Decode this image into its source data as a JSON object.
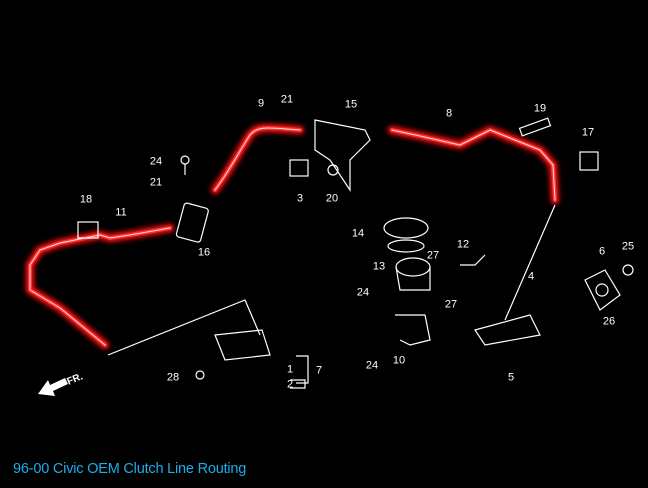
{
  "caption": "96-00 Civic OEM Clutch Line Routing",
  "direction_label": "FR.",
  "colors": {
    "background": "#000000",
    "highlight": "#e01010",
    "caption": "#1aaeea",
    "linework": "#ffffff"
  },
  "part_labels": [
    {
      "id": "p9",
      "text": "9"
    },
    {
      "id": "p21a",
      "text": "21"
    },
    {
      "id": "p15",
      "text": "15"
    },
    {
      "id": "p8",
      "text": "8"
    },
    {
      "id": "p19",
      "text": "19"
    },
    {
      "id": "p17",
      "text": "17"
    },
    {
      "id": "p24a",
      "text": "24"
    },
    {
      "id": "p21b",
      "text": "21"
    },
    {
      "id": "p3",
      "text": "3"
    },
    {
      "id": "p20",
      "text": "20"
    },
    {
      "id": "p18",
      "text": "18"
    },
    {
      "id": "p11",
      "text": "11"
    },
    {
      "id": "p16",
      "text": "16"
    },
    {
      "id": "p14",
      "text": "14"
    },
    {
      "id": "p12",
      "text": "12"
    },
    {
      "id": "p6",
      "text": "6"
    },
    {
      "id": "p25",
      "text": "25"
    },
    {
      "id": "p13",
      "text": "13"
    },
    {
      "id": "p27a",
      "text": "27"
    },
    {
      "id": "p4",
      "text": "4"
    },
    {
      "id": "p24b",
      "text": "24"
    },
    {
      "id": "p27b",
      "text": "27"
    },
    {
      "id": "p26",
      "text": "26"
    },
    {
      "id": "p10",
      "text": "10"
    },
    {
      "id": "p24c",
      "text": "24"
    },
    {
      "id": "p5",
      "text": "5"
    },
    {
      "id": "p7",
      "text": "7"
    },
    {
      "id": "p1",
      "text": "1"
    },
    {
      "id": "p2",
      "text": "2"
    },
    {
      "id": "p28",
      "text": "28"
    }
  ]
}
